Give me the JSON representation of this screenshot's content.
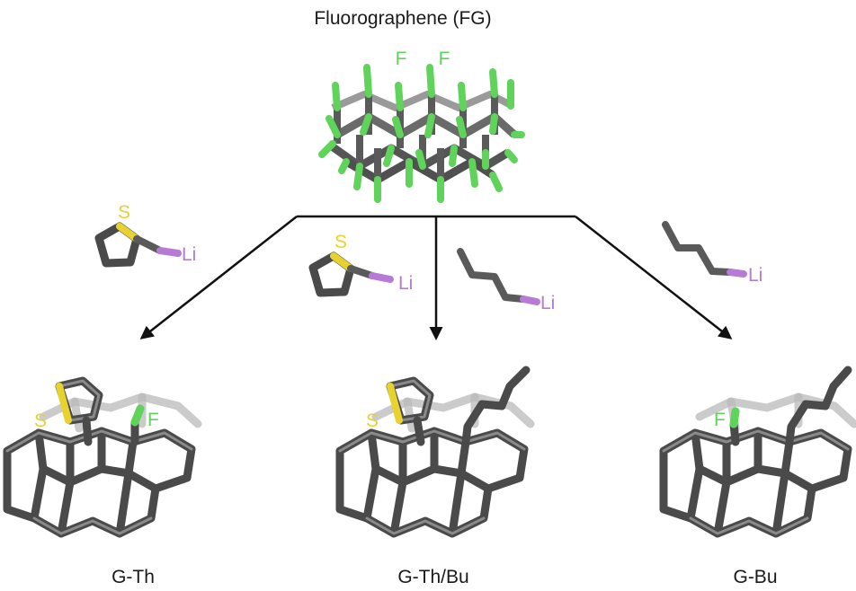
{
  "title": "Fluorographene (FG)",
  "fg_labels": {
    "f1": "F",
    "f2": "F"
  },
  "reagents": {
    "thienyl_left": {
      "s": "S",
      "li": "Li"
    },
    "thienyl_middle": {
      "s": "S",
      "li": "Li"
    },
    "butyl_middle": {
      "li": "Li"
    },
    "butyl_right": {
      "li": "Li"
    }
  },
  "products": [
    {
      "name": "G-Th",
      "atoms": {
        "s": "S",
        "f": "F"
      }
    },
    {
      "name": "G-Th/Bu",
      "atoms": {
        "s": "S"
      }
    },
    {
      "name": "G-Bu",
      "atoms": {
        "f": "F"
      }
    }
  ],
  "colors": {
    "carbon": "#4a4a4a",
    "fluorine": "#5fd35a",
    "sulfur": "#e8d230",
    "lithium": "#b77ad6",
    "arrow": "#111111"
  }
}
